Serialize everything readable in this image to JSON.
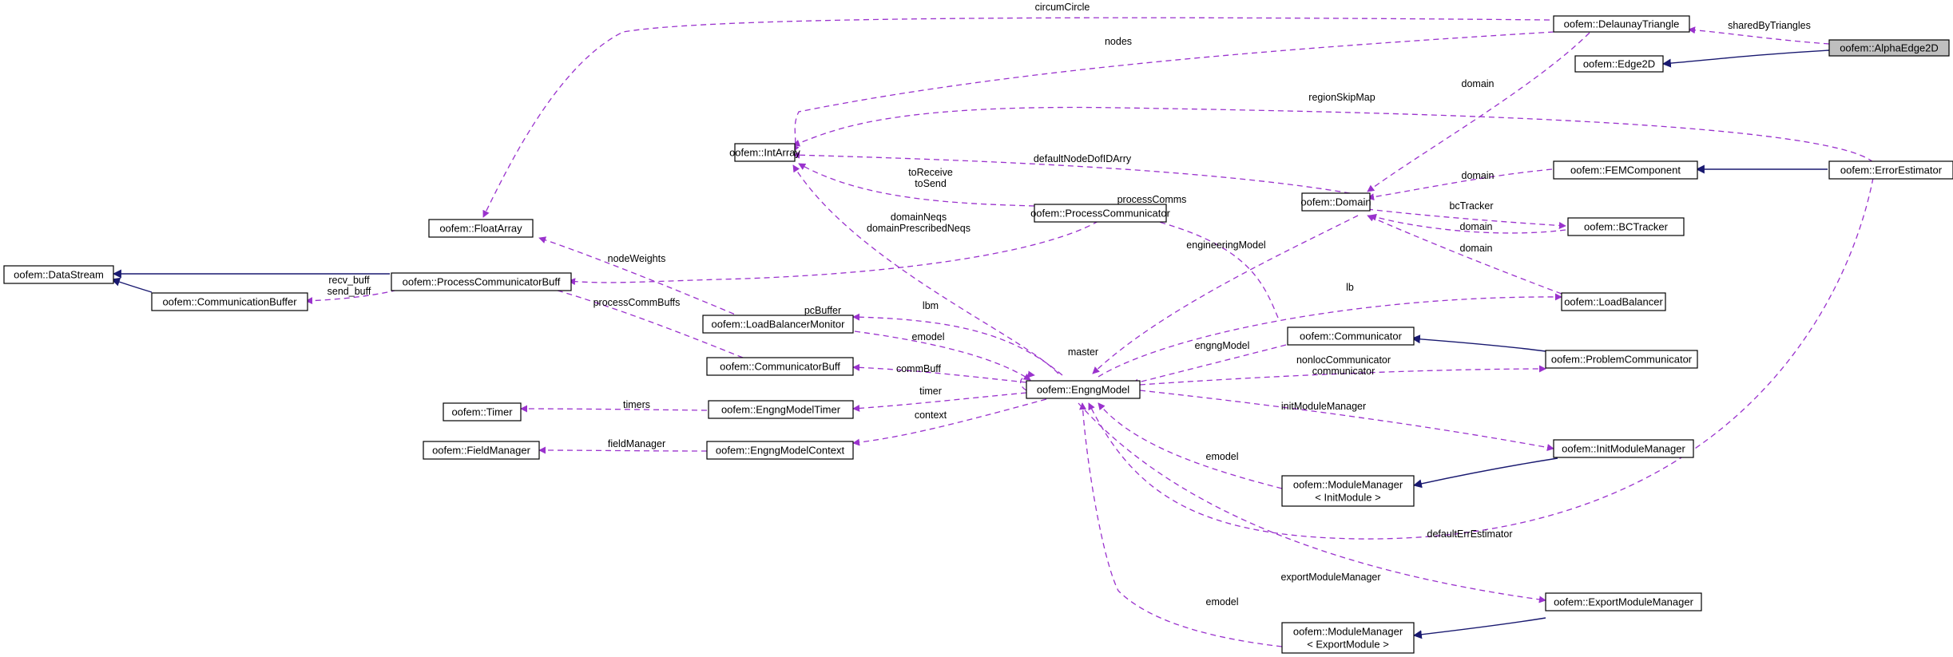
{
  "colors": {
    "dependency": "#9a32cd",
    "inheritance": "#191970",
    "highlight": "#bfbfbf"
  },
  "nodes": {
    "alpha": [
      "oofem::AlphaEdge2D"
    ],
    "delaunay": [
      "oofem::DelaunayTriangle"
    ],
    "edge2d": [
      "oofem::Edge2D"
    ],
    "intarray": [
      "oofem::IntArray"
    ],
    "errest": [
      "oofem::ErrorEstimator"
    ],
    "femcomp": [
      "oofem::FEMComponent"
    ],
    "domain": [
      "oofem::Domain"
    ],
    "bctracker": [
      "oofem::BCTracker"
    ],
    "loadbal": [
      "oofem::LoadBalancer"
    ],
    "floatarray": [
      "oofem::FloatArray"
    ],
    "datastream": [
      "oofem::DataStream"
    ],
    "pcbuff": [
      "oofem::ProcessCommunicatorBuff"
    ],
    "commbuffer": [
      "oofem::CommunicationBuffer"
    ],
    "proccomm": [
      "oofem::ProcessCommunicator"
    ],
    "lbmon": [
      "oofem::LoadBalancerMonitor"
    ],
    "commbuff": [
      "oofem::CommunicatorBuff"
    ],
    "communicator": [
      "oofem::Communicator"
    ],
    "probcomm": [
      "oofem::ProblemCommunicator"
    ],
    "engng": [
      "oofem::EngngModel"
    ],
    "timer": [
      "oofem::Timer"
    ],
    "emtimer": [
      "oofem::EngngModelTimer"
    ],
    "fieldmgr": [
      "oofem::FieldManager"
    ],
    "emctx": [
      "oofem::EngngModelContext"
    ],
    "initmm": [
      "oofem::InitModuleManager"
    ],
    "mminit": [
      "oofem::ModuleManager",
      "< InitModule >"
    ],
    "exportmm": [
      "oofem::ExportModuleManager"
    ],
    "mmexport": [
      "oofem::ModuleManager",
      "< ExportModule >"
    ]
  },
  "edge_labels": {
    "circumCircle": "circumCircle",
    "sharedByTriangles": "sharedByTriangles",
    "nodes": "nodes",
    "domain_delaunay": "domain",
    "regionSkipMap": "regionSkipMap",
    "defaultNodeDofIDArry": "defaultNodeDofIDArry",
    "domain_fem": "domain",
    "bcTracker": "bcTracker",
    "domain_bct": "domain",
    "domain_lb": "domain",
    "toReceive": "toReceive",
    "toSend": "toSend",
    "processComms": "processComms",
    "domainNeqs": "domainNeqs",
    "domainPrescribedNeqs": "domainPrescribedNeqs",
    "engineeringModel": "engineeringModel",
    "nodeWeights": "nodeWeights",
    "recv_buff": "recv_buff",
    "send_buff": "send_buff",
    "pcBuffer": "pcBuffer",
    "lb": "lb",
    "processCommBuffs": "processCommBuffs",
    "lbm": "lbm",
    "emodel_lbm": "emodel",
    "master": "master",
    "engngModel": "engngModel",
    "commBuff": "commBuff",
    "nonlocCommunicator": "nonlocCommunicator",
    "communicator": "communicator",
    "timers": "timers",
    "timer": "timer",
    "context": "context",
    "fieldManager": "fieldManager",
    "initModuleManager": "initModuleManager",
    "emodel_init": "emodel",
    "defaultErrEstimator": "defaultErrEstimator",
    "exportModuleManager": "exportModuleManager",
    "emodel_export": "emodel"
  }
}
